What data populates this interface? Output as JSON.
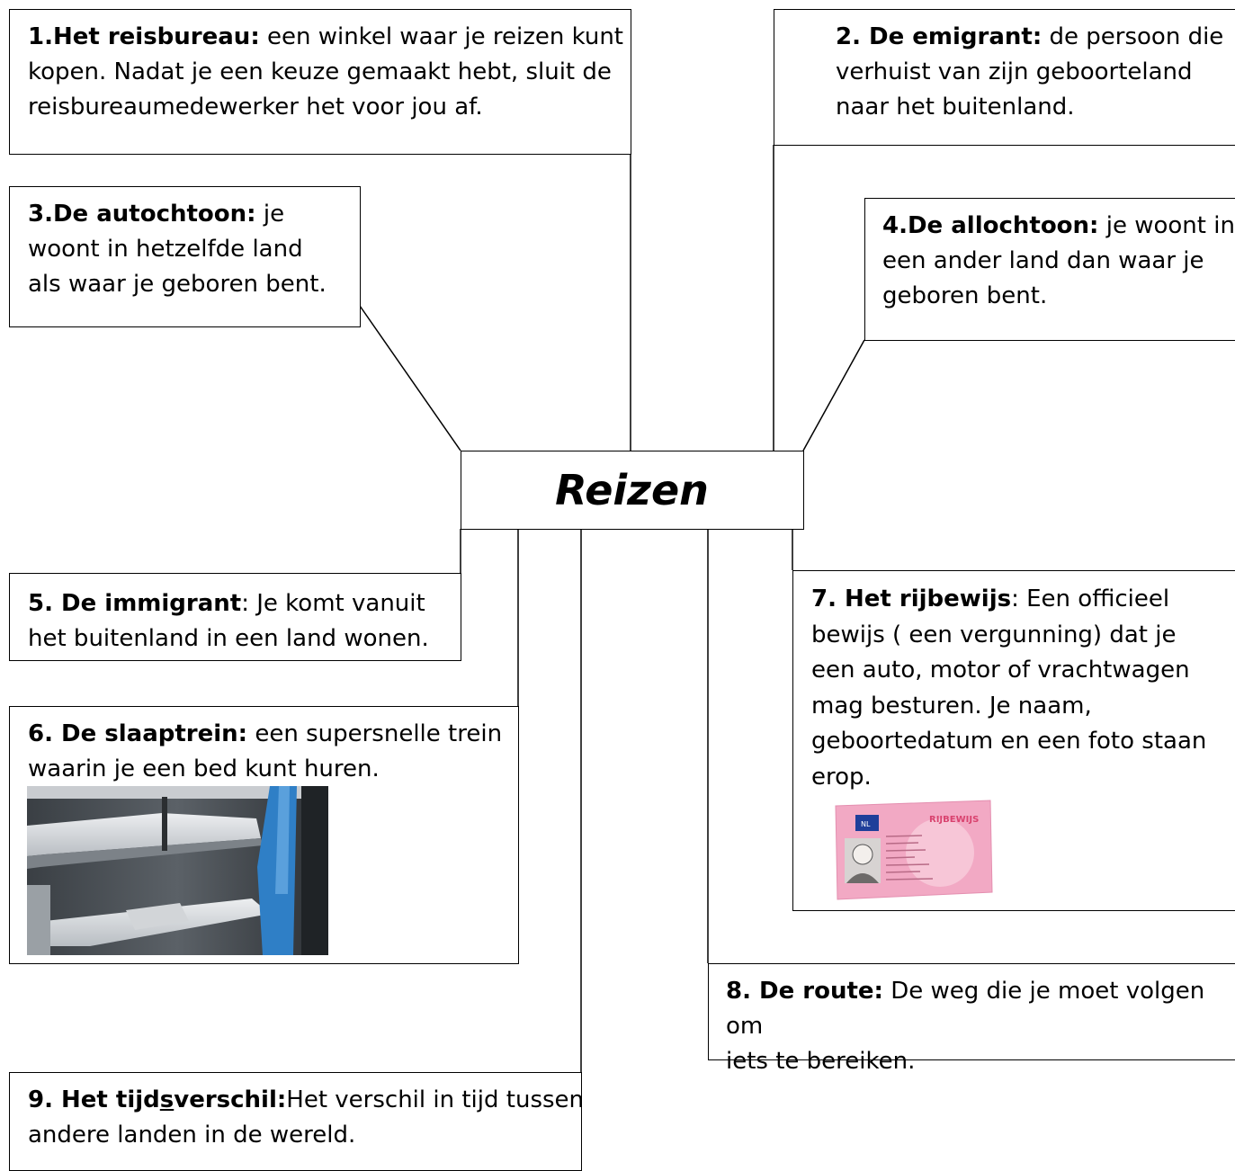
{
  "center": {
    "title": "Reizen"
  },
  "terms": [
    {
      "id": 1,
      "term": "1.Het reisbureau:",
      "definition_lines": [
        "een winkel waar je reizen kunt",
        "kopen. Nadat je een keuze gemaakt hebt, sluit de",
        "reisbureaumedewerker het voor jou af."
      ]
    },
    {
      "id": 2,
      "term": "2. De emigrant:",
      "definition_lines": [
        "de persoon die",
        "verhuist van zijn geboorteland",
        "naar het buitenland."
      ]
    },
    {
      "id": 3,
      "term": "3.De autochtoon:",
      "definition_lines": [
        "je",
        "woont in hetzelfde land",
        "als waar je geboren bent."
      ]
    },
    {
      "id": 4,
      "term": "4.De allochtoon:",
      "definition_lines": [
        "je woont in",
        "een ander land dan waar je",
        "geboren bent."
      ]
    },
    {
      "id": 5,
      "term": "5. De immigrant",
      "definition_lines": [
        ": Je komt vanuit",
        "het buitenland in een land wonen."
      ]
    },
    {
      "id": 6,
      "term": "6. De slaaptrein:",
      "definition_lines": [
        "een supersnelle trein",
        "waarin je een bed kunt huren."
      ]
    },
    {
      "id": 7,
      "term": "7. Het rijbewijs",
      "definition_lines": [
        ": Een officieel",
        "bewijs ( een vergunning) dat je",
        "een auto, motor of vrachtwagen",
        "mag besturen. Je naam,",
        "geboortedatum en een foto staan",
        "erop."
      ]
    },
    {
      "id": 8,
      "term": "8. De route:",
      "definition_lines": [
        "De weg die je moet volgen om",
        "iets te bereiken."
      ]
    },
    {
      "id": 9,
      "term_parts": [
        "9. Het tijd",
        "s",
        "verschil:"
      ],
      "definition_lines": [
        "Het verschil in tijd tussen",
        "andere landen in de wereld."
      ]
    }
  ],
  "license_card": {
    "country": "NL",
    "title": "RIJBEWIJS"
  },
  "colors": {
    "card_pink": "#f2a9c4",
    "card_eu_blue": "#1f3f9a",
    "curtain_blue": "#2f7fc6"
  }
}
